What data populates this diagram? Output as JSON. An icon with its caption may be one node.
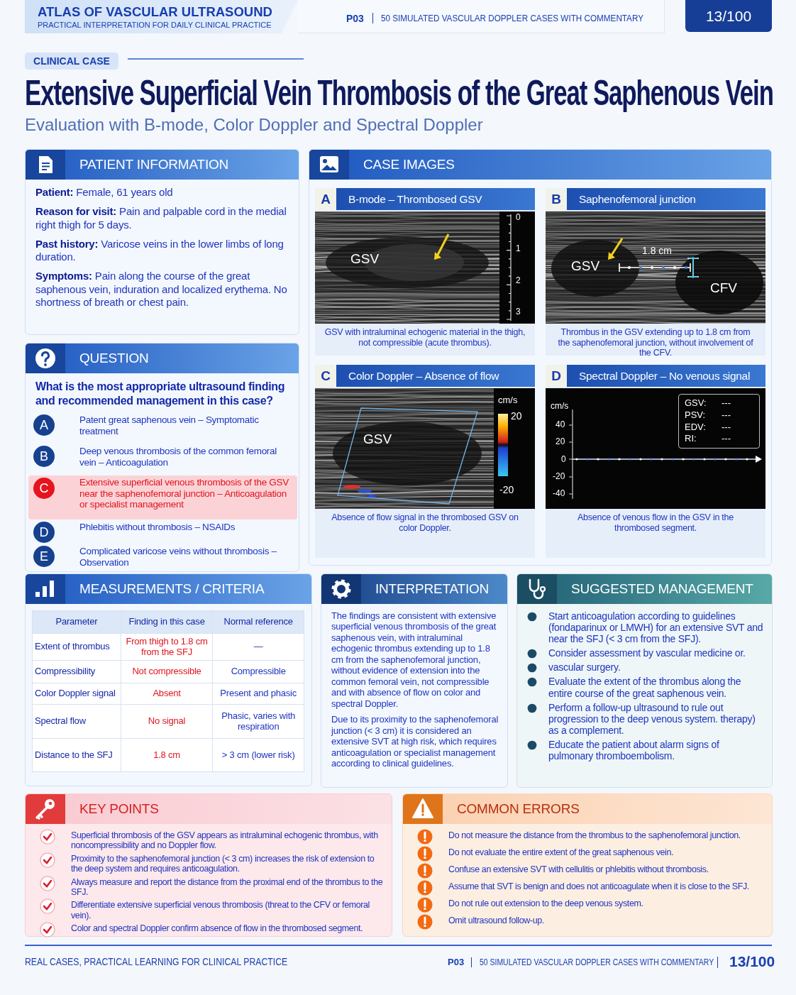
{
  "diagram": {
    "title": "Extensive Superficial Vein Thrombosis of the Great Saphenous Vein",
    "nodes": [
      {
        "text": [
          "ATLAS OF VASCULAR ULTRASOUND",
          "PRACTICAL INTERPRETATION FOR DAILY CLINICAL PRACTICE"
        ]
      },
      {
        "text": [
          "P03",
          "50 SIMULATED VASCULAR DOPPLER CASES WITH COMMENTARY"
        ]
      },
      {
        "text": [
          "13/100"
        ]
      },
      {
        "text": [
          "CLINICAL CASE"
        ]
      },
      {
        "text": [
          "PATIENT INFORMATION",
          "**Patient:** Female, 61 years old",
          "**Reason for visit:** Pain and palpable cord in the medial right thigh for 5 days.",
          "**Past history:** Varicose veins in the lower limbs of long duration.",
          "**Symptoms:** Pain along the course of the great saphenous vein, induration and localized erythema. No shortness of breath or chest pain."
        ]
      },
      {
        "text": [
          "QUESTION",
          "What is the most appropriate ultrasound finding and recommended management in this case?"
        ]
      },
      {
        "text": [
          "A",
          "Patent great saphenous vein – Symptomatic treatment"
        ],
        "in": 5
      },
      {
        "text": [
          "B",
          "Deep venous thrombosis of the common femoral vein – Anticoagulation"
        ],
        "in": 5
      },
      {
        "text": [
          "C",
          "Extensive superficial venous thrombosis of the GSV near the saphenofemoral junction – Anticoagulation or specialist management"
        ],
        "in": 5
      },
      {
        "text": [
          "D",
          "Phlebitis without thrombosis – NSAIDs"
        ],
        "in": 5
      },
      {
        "text": [
          "E",
          "Complicated varicose veins without thrombosis – Observation"
        ],
        "in": 5
      },
      {
        "text": [
          "CASE IMAGES"
        ]
      },
      {
        "text": [
          "A",
          "B-mode – Thrombosed GSV",
          "GSV with intraluminal echogenic material in the thigh, not compressible (acute thrombus)."
        ],
        "in": 11
      },
      {
        "text": [
          "B",
          "Saphenofemoral junction",
          "Thrombus in the GSV extending up to 1.8 cm from the saphenofemoral junction, without involvement of the CFV."
        ],
        "in": 11
      },
      {
        "text": [
          "C",
          "Color Doppler – Absence of flow",
          "Absence of flow signal in the thrombosed GSV on color Doppler."
        ],
        "in": 11
      },
      {
        "text": [
          "D",
          "Spectral Doppler – No venous signal",
          "Absence of venous flow in the GSV in the thrombosed segment."
        ],
        "in": 11
      },
      {
        "text": [
          "MEASUREMENTS / CRITERIA"
        ]
      },
      {
        "text": [
          "INTERPRETATION",
          "The findings are consistent with extensive superficial venous thrombosis of the great saphenous vein, with intraluminal echogenic thrombus extending up to 1.8 cm from the saphenofemoral junction, without evidence of extension into the common femoral vein, not compressible and with absence of flow on color and spectral Doppler.",
          "Due to its proximity to the saphenofemoral junction (< 3 cm) it is considered an extensive SVT at high risk, which requires anticoagulation or specialist management according to clinical guidelines."
        ]
      },
      {
        "text": [
          "SUGGESTED MANAGEMENT",
          "Start anticoagulation according to guidelines (fondaparinux or LMWH) for an extensive SVT and near the SFJ (< 3 cm from the SFJ).",
          "Consider assessment by vascular medicine or.",
          "vascular surgery.",
          "Evaluate the extent of the thrombus along the entire course of the great saphenous vein.",
          "Perform a follow-up ultrasound to rule out progression to the deep venous system. therapy) as a complement.",
          "Educate the patient about alarm signs of pulmonary thromboembolism."
        ]
      },
      {
        "text": [
          "KEY POINTS",
          "Superficial thrombosis of the GSV appears as intraluminal echogenic thrombus, with noncompressibility and no Doppler flow.",
          "Proximity to the saphenofemoral junction (< 3 cm) increases the risk of extension to the deep system and requires anticoagulation.",
          "Always measure and report the distance from the proximal end of the thrombus to the SFJ.",
          "Differentiate extensive superficial venous thrombosis (threat to the CFV or femoral vein).",
          "Color and spectral Doppler confirm absence of flow in the thrombosed segment."
        ]
      },
      {
        "text": [
          "COMMON ERRORS",
          "Do not measure the distance from the thrombus to the saphenofemoral junction.",
          "Do not evaluate the entire extent of the great saphenous vein.",
          "Confuse an extensive SVT with cellulitis or phlebitis without thrombosis.",
          "Assume that SVT is benign and does not anticoagulate when it is close to the SFJ.",
          "Do not rule out extension to the deep venous system.",
          "Omit ultrasound follow-up."
        ]
      }
    ],
    "labels": [
      "Evaluation with B-mode, Color Doppler and Spectral Doppler",
      "GSV",
      "0",
      "1",
      "2",
      "3",
      "1.8 cm",
      "GSV",
      "CFV",
      "cm/s",
      "20",
      "GSV",
      "-20",
      "GSV:",
      "---",
      "PSV:",
      "---",
      "EDV:",
      "---",
      "RI:",
      "---",
      "cm/s",
      "40",
      "20",
      "0",
      "-20",
      "-40",
      "Parameter",
      "Finding in this case",
      "Normal reference",
      "Extent of thrombus",
      "From thigh to 1.8 cm from the SFJ",
      "—",
      "Compressibility",
      "Not compressible",
      "Compressible",
      "Color Doppler signal",
      "Absent",
      "Present and phasic",
      "Spectral flow",
      "No signal",
      "Phasic, varies with respiration",
      "Distance to the SFJ",
      "1.8 cm",
      "> 3 cm (lower risk)",
      "REAL CASES, PRACTICAL LEARNING FOR CLINICAL PRACTICE",
      "P03",
      "50 SIMULATED VASCULAR DOPPLER CASES WITH COMMENTARY",
      "13/100"
    ]
  }
}
